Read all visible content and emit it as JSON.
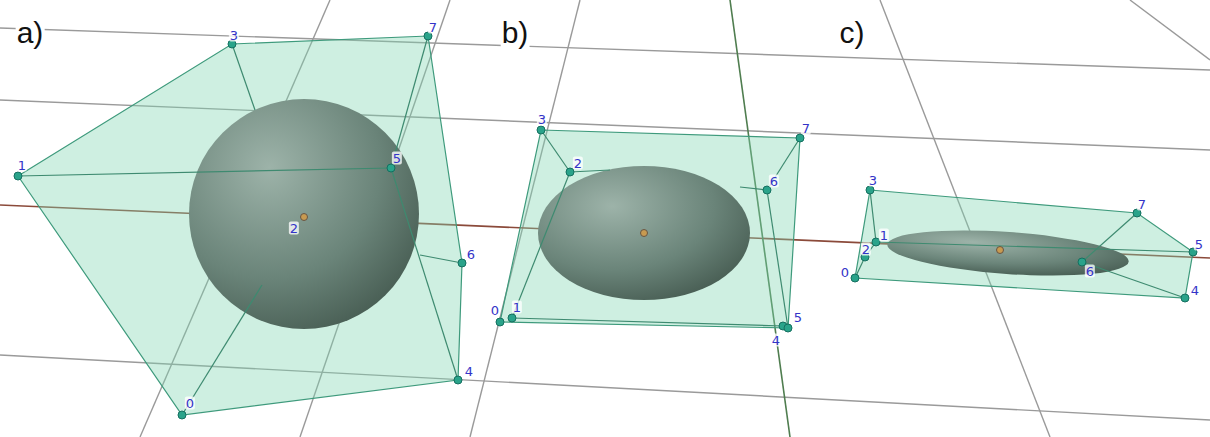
{
  "diagram": {
    "labels": [
      "a)",
      "0",
      "1",
      "2",
      "3",
      "4",
      "5",
      "6",
      "7",
      "b)",
      "0",
      "1",
      "2",
      "3",
      "4",
      "5",
      "6",
      "7",
      "c)",
      "0",
      "1",
      "2",
      "3",
      "4",
      "5",
      "6",
      "7"
    ]
  }
}
